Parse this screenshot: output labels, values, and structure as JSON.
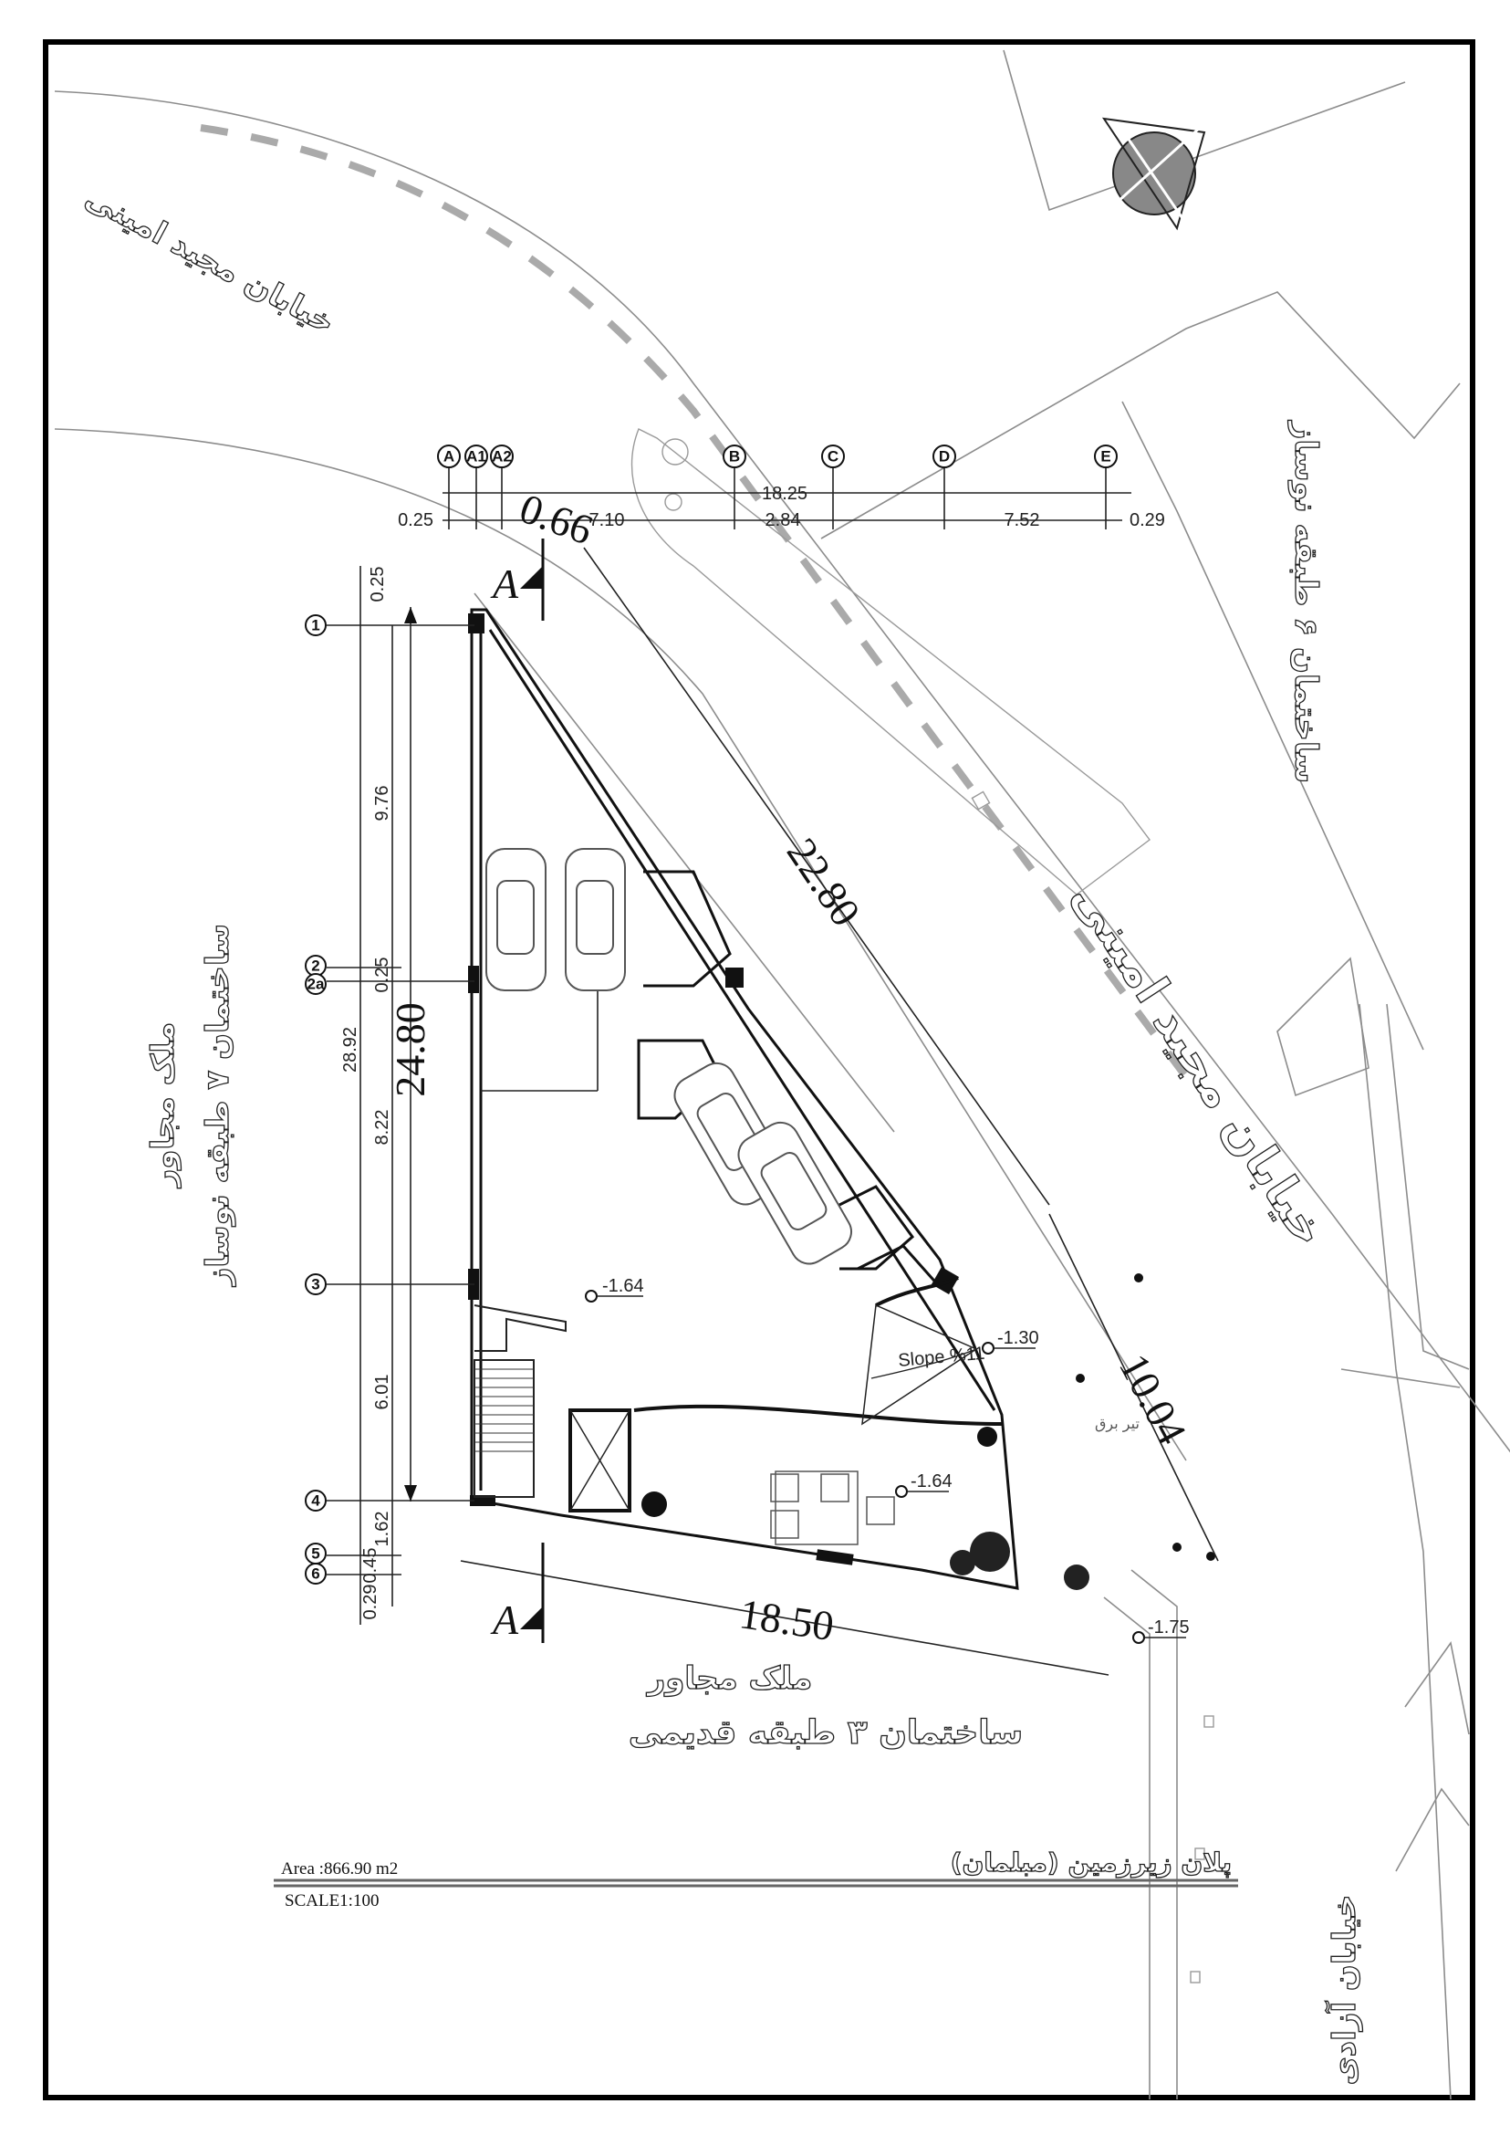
{
  "streets": {
    "majid_amini_top": "خیابان مجید امینی",
    "majid_amini_main": "خیابان مجید امینی",
    "azadi": "خیابان آزادی"
  },
  "neighbors": {
    "right": "ساختمان ۶ طبقه نوساز",
    "left_title": "ملک مجاور",
    "left_sub": "ساختمان ۷ طبقه نوساز",
    "bottom_title": "ملک مجاور",
    "bottom_sub": "ساختمان ۳ طبقه قدیمی"
  },
  "grid_columns": [
    "A",
    "A1",
    "A2",
    "B",
    "C",
    "D",
    "E"
  ],
  "grid_rows": [
    "1",
    "2",
    "2a",
    "3",
    "4",
    "5",
    "6"
  ],
  "top_dimensions": {
    "overall": "18.25",
    "left_offset": "0.25",
    "a_b": "7.10",
    "b_c": "2.84",
    "c_d": "7.52",
    "right_offset": "0.29",
    "diagonal": "0.66"
  },
  "left_dimensions": {
    "overall": "28.92",
    "top_offset": "0.25",
    "r1_r2": "9.76",
    "r2_r2a": "0.25",
    "r2a_r3": "8.22",
    "r3_r4": "6.01",
    "r4_r5": "1.62",
    "r5_r6": "0.45",
    "bottom_offset": "0.29",
    "building_length": "24.80"
  },
  "site_dimensions": {
    "hypotenuse": "22.80",
    "frontage": "10.04",
    "bottom": "18.50"
  },
  "section_marker": "A",
  "elevations": [
    "-1.64",
    "-1.30",
    "-1.64",
    "-1.75"
  ],
  "ramp_label": "Slope %11",
  "utility_pole_label": "تیر برق",
  "title_block": {
    "title": "پلان زیرزمین (مبلمان)",
    "area": "Area :866.90 m2",
    "scale": "SCALE1:100"
  }
}
